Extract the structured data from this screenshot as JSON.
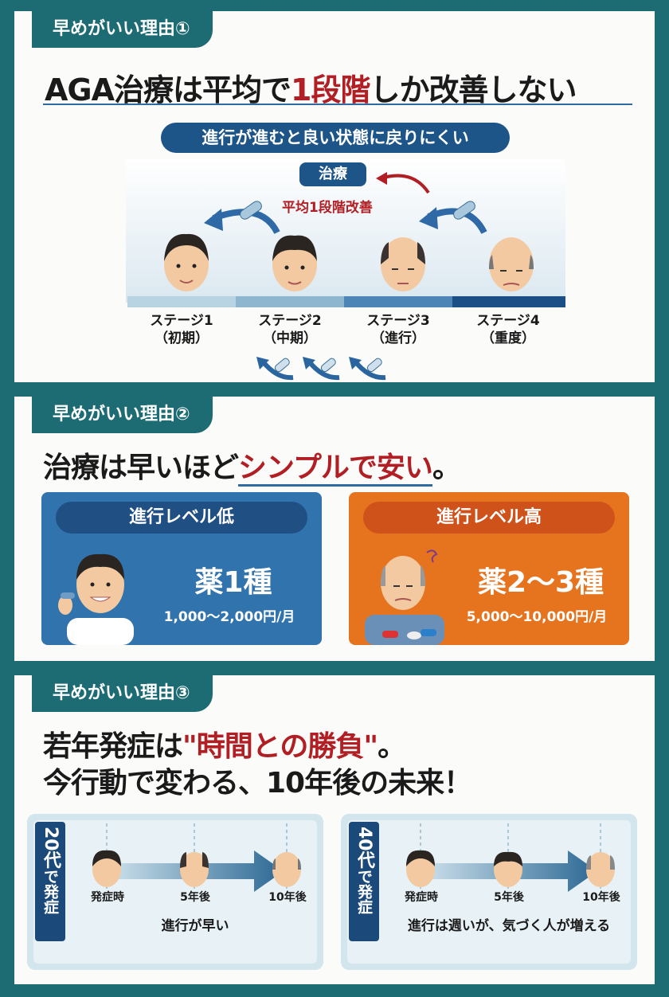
{
  "section1": {
    "tag": "早めがいい理由①",
    "title_pre": "AGA治療は平均で",
    "title_red": "1段階",
    "title_post": "しか改善しない",
    "subtitle": "進行が進むと良い状態に戻りにくい",
    "treatment_label": "治療",
    "treatment_note": "平均1段階改善",
    "stages": [
      {
        "name": "ステージ1",
        "desc": "（初期）"
      },
      {
        "name": "ステージ2",
        "desc": "（中期）"
      },
      {
        "name": "ステージ3",
        "desc": "（進行）"
      },
      {
        "name": "ステージ4",
        "desc": "（重度）"
      }
    ]
  },
  "section2": {
    "tag": "早めがいい理由②",
    "title_pre": "治療は早いほど",
    "title_red": "シンプルで安い",
    "title_post": "。",
    "cards": [
      {
        "header": "進行レベル低",
        "drug": "薬1種",
        "price": "1,000〜2,000円/月",
        "color": "#2f6aa6"
      },
      {
        "header": "進行レベル高",
        "drug": "薬2〜3種",
        "price": "5,000〜10,000円/月",
        "color": "#e0701c"
      }
    ]
  },
  "section3": {
    "tag": "早めがいい理由③",
    "title1_pre": "若年発症は",
    "title1_red": "\"時間との勝負\"",
    "title1_post": "。",
    "title2": "今行動で変わる、10年後の未来！",
    "timelines": [
      {
        "age": "20代",
        "suffix": "で発症",
        "points": [
          "発症時",
          "5年後",
          "10年後"
        ],
        "caption": "進行が早い"
      },
      {
        "age": "40代",
        "suffix": "で発症",
        "points": [
          "発症時",
          "5年後",
          "10年後"
        ],
        "caption": "進行は週いが、気づく人が増える"
      }
    ]
  }
}
